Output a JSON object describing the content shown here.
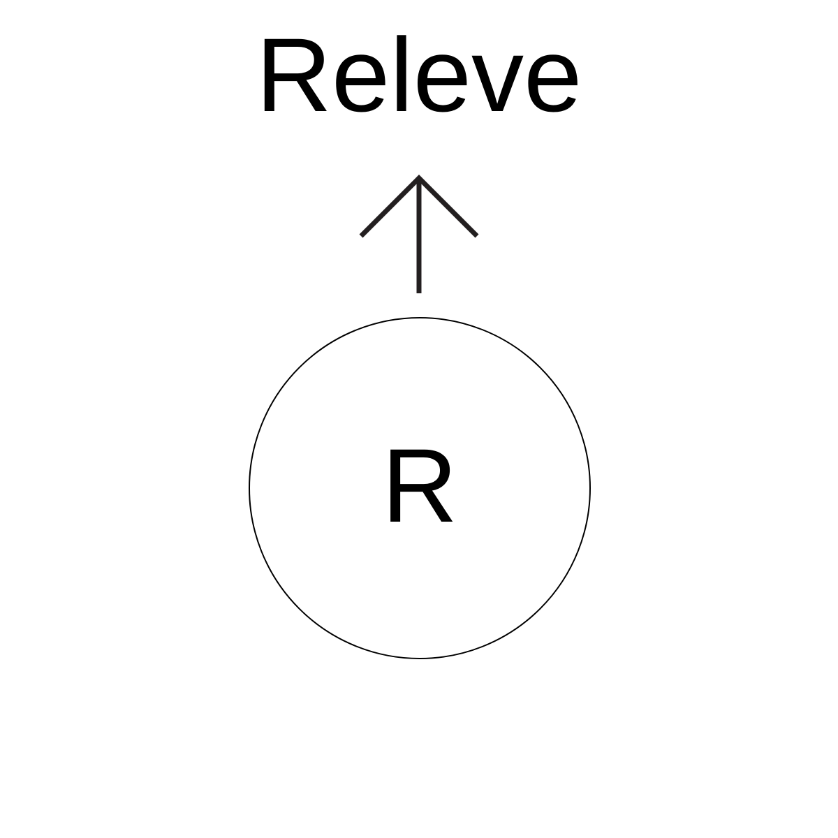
{
  "title": "Releve",
  "node": {
    "letter": "R"
  },
  "arrow": {
    "direction": "up",
    "icon": "up-arrow-icon",
    "color": "#231f20"
  },
  "colors": {
    "background": "#ffffff",
    "text": "#000000",
    "circle_stroke": "#000000"
  }
}
